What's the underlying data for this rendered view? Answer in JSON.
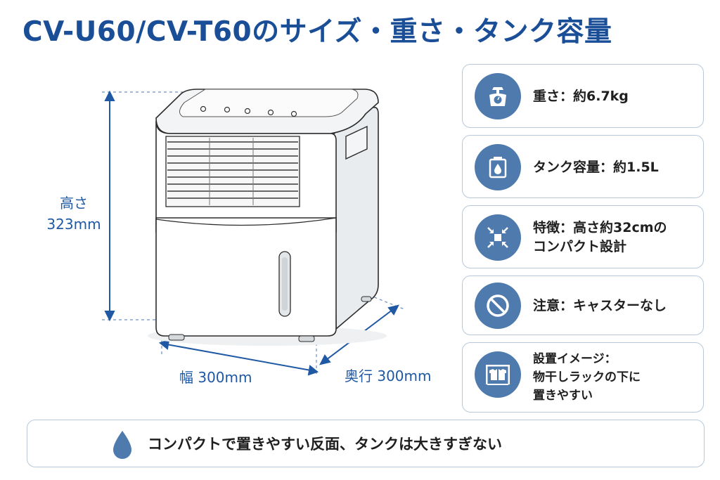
{
  "title": "CV-U60/CV-T60のサイズ・重さ・タンク容量",
  "dimensions": {
    "height_label": "高さ",
    "height_value": "323mm",
    "width_label": "幅 300mm",
    "depth_label": "奥行 300mm"
  },
  "specs": [
    {
      "icon": "scale-icon",
      "text": "重さ：約6.7kg"
    },
    {
      "icon": "water-tank-icon",
      "text": "タンク容量：約1.5L"
    },
    {
      "icon": "compact-arrows-icon",
      "text": "特徴：高さ約32cmの\nコンパクト設計"
    },
    {
      "icon": "prohibited-icon",
      "text": "注意：キャスターなし"
    },
    {
      "icon": "laundry-rack-icon",
      "text": "設置イメージ：\n物干しラックの下に\n置きやすい"
    }
  ],
  "banner": {
    "icon": "water-drop-icon",
    "text": "コンパクトで置きやすい反面、タンクは大きすぎない"
  },
  "colors": {
    "accent": "#1a4e97",
    "badge": "#4e7aad",
    "card_border": "#b8c8da"
  }
}
